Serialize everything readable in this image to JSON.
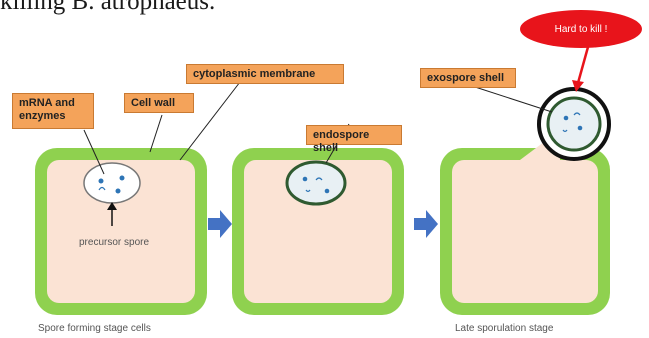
{
  "header": {
    "partial_text": "killing B. atrophaeus."
  },
  "labels": {
    "mrna": "mRNA and enzymes",
    "cell_wall": "Cell wall",
    "cyto_membrane": "cytoplasmic membrane",
    "endospore_shell": "endospore shell",
    "exospore_shell": "exospore shell",
    "precursor_spore": "precursor spore",
    "hard_to_kill": "Hard to kill !"
  },
  "captions": {
    "left": "Spore forming stage cells",
    "right": "Late sporulation stage"
  },
  "colors": {
    "wall": "#8fd14f",
    "cytoplasm": "#fbe3d4",
    "tag": "#f4a35a",
    "arrow": "#4472c4",
    "alert": "#e8141b"
  }
}
